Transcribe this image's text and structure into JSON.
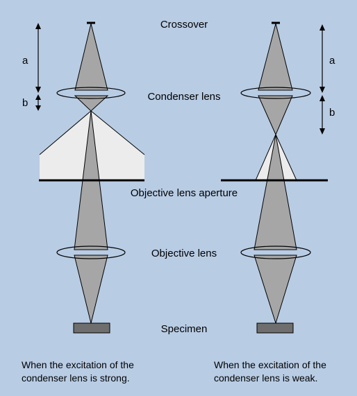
{
  "labels": {
    "crossover": "Crossover",
    "condenser_lens": "Condenser lens",
    "objective_lens_aperture": "Objective lens aperture",
    "objective_lens": "Objective lens",
    "specimen": "Specimen"
  },
  "left_panel": {
    "dim_a": "a",
    "dim_b": "b",
    "caption_line1": "When the excitation of the",
    "caption_line2": "condenser lens is strong."
  },
  "right_panel": {
    "dim_a": "a",
    "dim_b": "b",
    "caption_line1": "When the excitation of the",
    "caption_line2": "condenser lens is weak."
  },
  "colors": {
    "background": "#b8cce4",
    "beam_gray": "#a6a6a6",
    "cone_light": "#ececec",
    "specimen_dark": "#6e6e6e",
    "line": "#000000"
  }
}
